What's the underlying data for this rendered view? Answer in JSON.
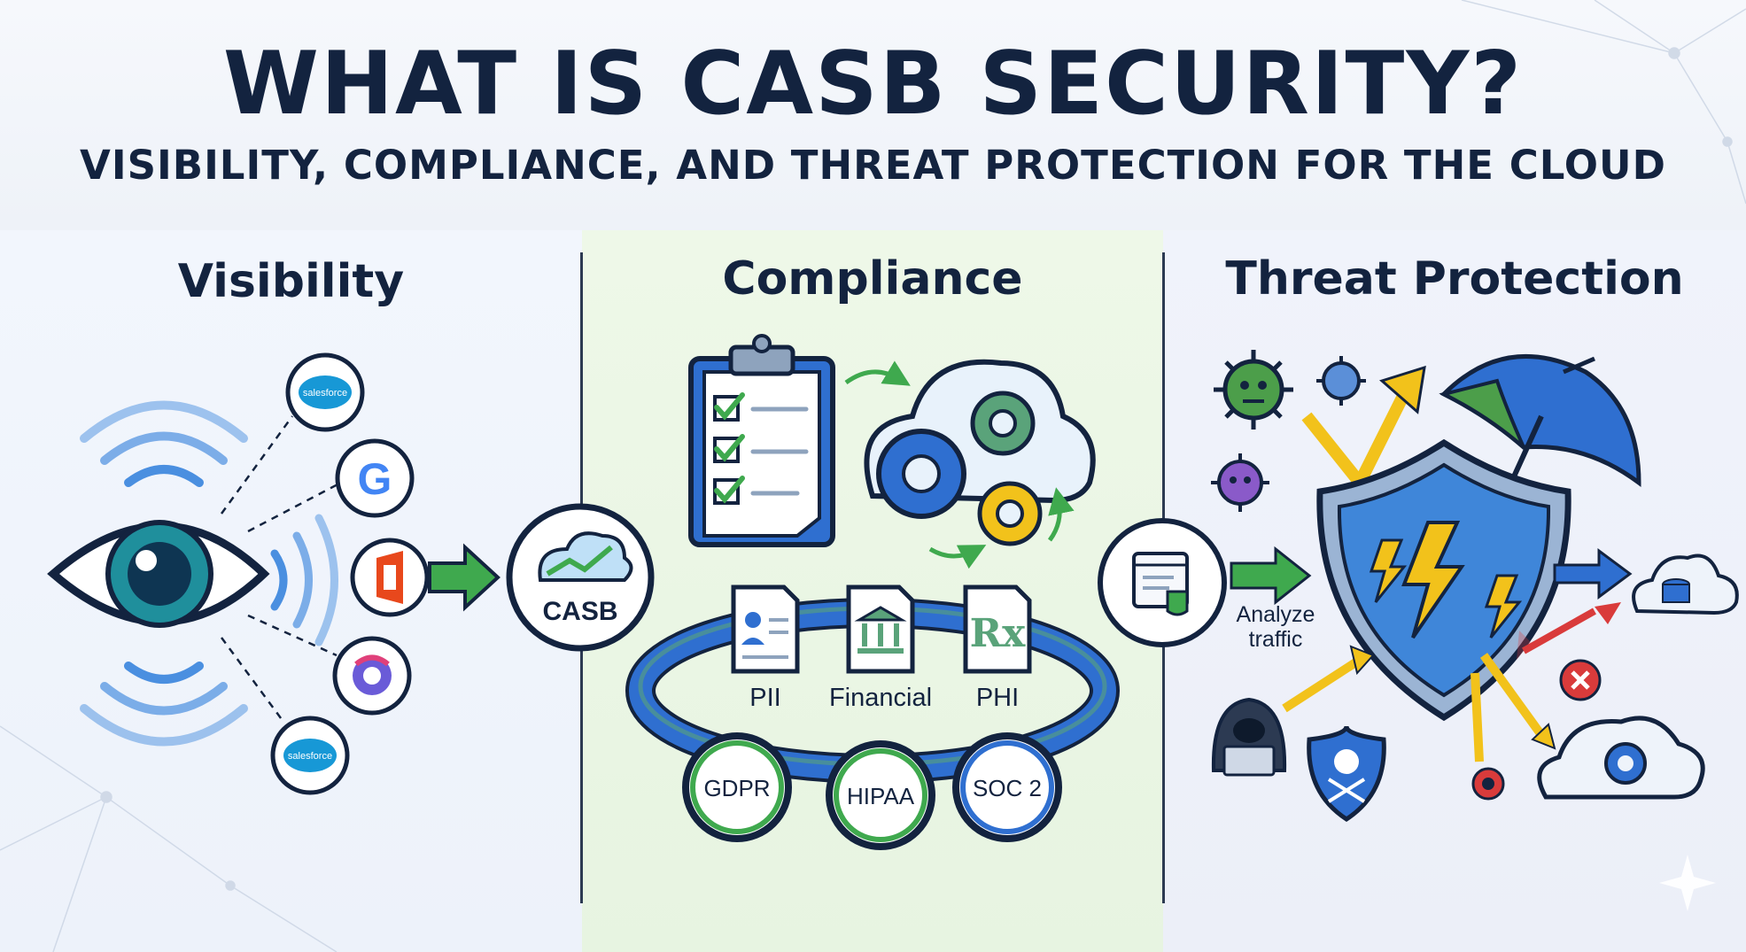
{
  "header": {
    "title": "WHAT IS CASB SECURITY?",
    "subtitle": "VISIBILITY, COMPLIANCE, AND THREAT PROTECTION FOR THE CLOUD"
  },
  "visibility": {
    "heading": "Visibility",
    "apps": [
      {
        "label": "salesforce",
        "icon": "salesforce-logo"
      },
      {
        "label": "G",
        "icon": "google-logo"
      },
      {
        "label": "",
        "icon": "office-logo"
      },
      {
        "label": "",
        "icon": "app-logo"
      },
      {
        "label": "salesforce",
        "icon": "salesforce-logo"
      }
    ],
    "hub_label": "CASB"
  },
  "compliance": {
    "heading": "Compliance",
    "data_types": [
      "PII",
      "Financial",
      "PHI"
    ],
    "rx_glyph": "Rx",
    "standards": [
      "GDPR",
      "HIPAA",
      "SOC 2"
    ]
  },
  "threat": {
    "heading": "Threat Protection",
    "analyze_label": "Analyze traffic",
    "analyze_line1": "Analyze",
    "analyze_line2": "traffic"
  },
  "colors": {
    "navy": "#13233f",
    "blue": "#2f6fd0",
    "green": "#3fa94e",
    "yellow": "#f2c21b",
    "red": "#d93b3b"
  }
}
